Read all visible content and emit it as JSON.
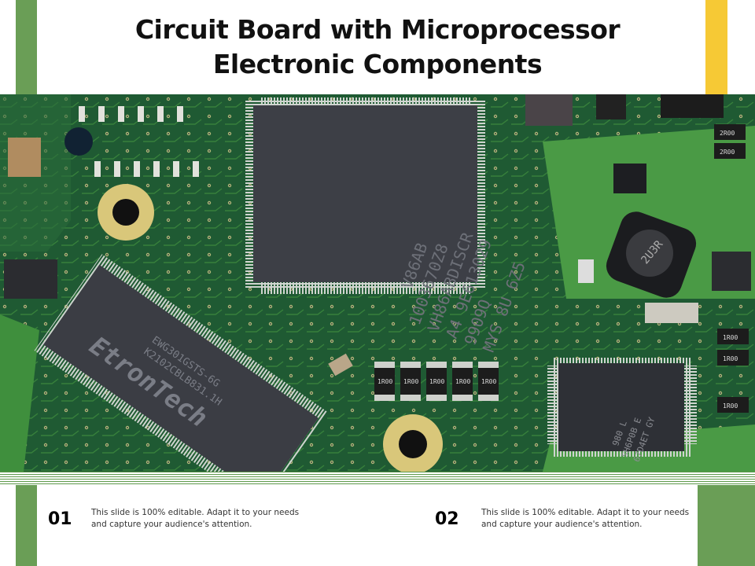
{
  "slide": {
    "title_line1": "Circuit Board with Microprocessor",
    "title_line2": "Electronic Components",
    "accent_green": "#6a9e56",
    "accent_yellow": "#f6c935"
  },
  "photo": {
    "chip_main_text": [
      "V86AB",
      "1003670Z8",
      "VH86ABDISCR",
      "A4 9E613029",
      "9909Q",
      "MYS 8U 6Z5"
    ],
    "chip_left_text": [
      "EWG301GSTS-6G",
      "K2102CBLB831.1H",
      "EtronTech"
    ],
    "chip_right_text": [
      "980 L",
      "SH6P0B E",
      "67D4ET GY"
    ],
    "inductor_text": "2U3R",
    "resistor_labels": [
      "1R00",
      "1R00",
      "1R00",
      "1R00",
      "1R00"
    ],
    "right_resistor_labels": [
      "2R00",
      "2R00",
      "1R00",
      "1R00",
      "1R00"
    ]
  },
  "items": [
    {
      "number": "01",
      "text": "This slide is 100%  editable.  Adapt it to your needs and capture your audience's attention."
    },
    {
      "number": "02",
      "text": "This slide is 100%  editable.  Adapt it to your needs and capture your audience's attention."
    }
  ]
}
